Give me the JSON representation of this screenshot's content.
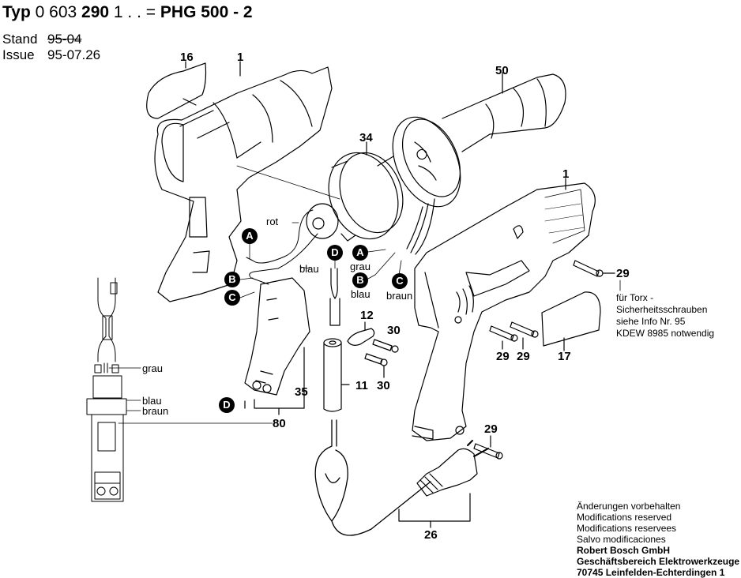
{
  "header": {
    "typ_label": "Typ",
    "part_prefix": "0 603",
    "part_bold": "290",
    "part_suffix": "1 . . =",
    "model": "PHG 500 - 2",
    "stand_label": "Stand",
    "stand_value": "95-04",
    "issue_label": "Issue",
    "issue_value": "95-07.26"
  },
  "part_numbers": {
    "p16": "16",
    "p1_top": "1",
    "p50": "50",
    "p34": "34",
    "p1_right": "1",
    "p29_a": "29",
    "p29_b": "29",
    "p29_c": "29",
    "p29_d": "29",
    "p17": "17",
    "p12": "12",
    "p30_a": "30",
    "p30_b": "30",
    "p11": "11",
    "p35": "35",
    "p80": "80",
    "p26": "26"
  },
  "wire_labels": {
    "rot": "rot",
    "blau_motor": "blau",
    "grau_right": "grau",
    "blau_right": "blau",
    "braun_right": "braun",
    "grau_switch": "grau",
    "blau_switch": "blau",
    "braun_switch": "braun"
  },
  "connector_badges": {
    "A_left": "A",
    "B_left": "B",
    "C_left": "C",
    "D_top": "D",
    "A_right": "A",
    "B_right": "B",
    "C_right": "C",
    "D_bottom": "D"
  },
  "note": {
    "line1": "für Torx -",
    "line2": "Sicherheitsschrauben",
    "line3": "siehe Info Nr. 95",
    "line4": "KDEW 8985 notwendig"
  },
  "footer": {
    "line1": "Änderungen vorbehalten",
    "line2": "Modifications reserved",
    "line3": "Modifications reservees",
    "line4": "Salvo modificaciones",
    "company": "Robert Bosch GmbH",
    "division": "Geschäftsbereich Elektrowerkzeuge",
    "address": "70745 Leinfelden-Echterdingen 1"
  }
}
